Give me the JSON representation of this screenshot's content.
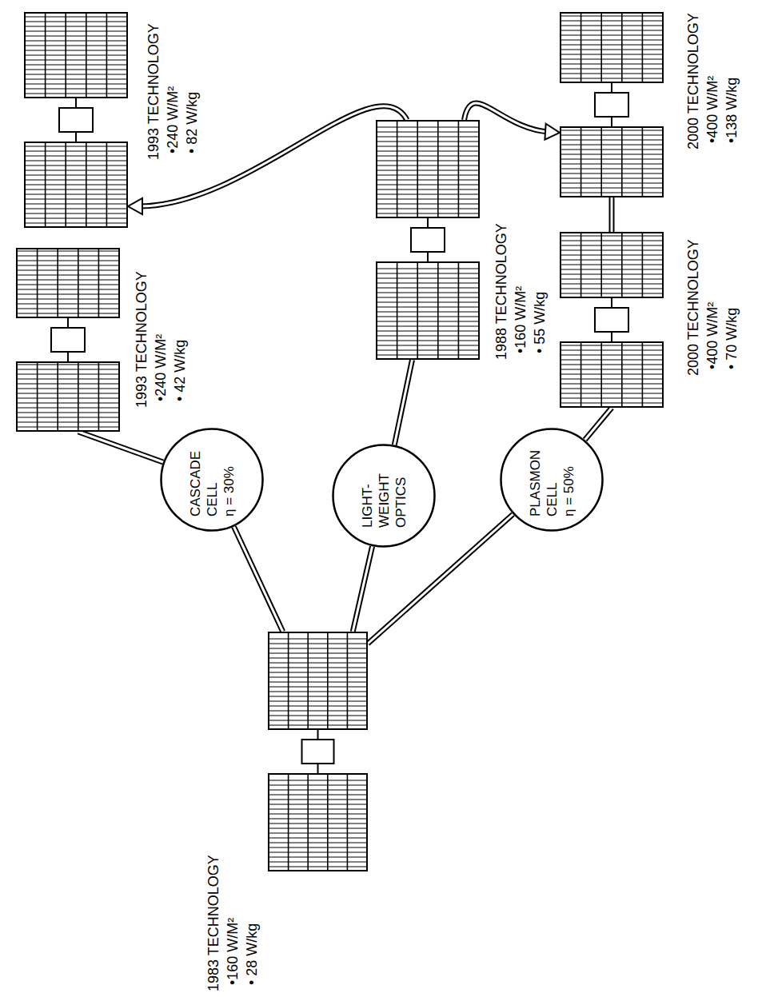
{
  "diagram": {
    "nodes": [
      {
        "text": [
          "1983 TECHNOLOGY",
          "•160 W/M²",
          "• 28 W/kg"
        ]
      },
      {
        "text": [
          "CASCADE CELL",
          "η = 30%"
        ]
      },
      {
        "text": [
          "LIGHT- WEIGHT OPTICS"
        ]
      },
      {
        "text": [
          "PLASMON CELL",
          "η = 50%"
        ]
      },
      {
        "text": [
          "1993 TECHNOLOGY",
          "•240 W/M²",
          "• 42 W/kg"
        ]
      },
      {
        "text": [
          "1988 TECHNOLOGY",
          "•160 W/M²",
          "• 55 W/kg"
        ]
      },
      {
        "text": [
          "2000 TECHNOLOGY",
          "•400 W/M²",
          "• 70 W/kg"
        ]
      },
      {
        "text": [
          "1993 TECHNOLOGY",
          "•240 W/M²",
          "• 82 W/kg"
        ]
      },
      {
        "text": [
          "2000 TECHNOLOGY",
          "•400 W/M²",
          "•138 W/kg"
        ]
      }
    ],
    "edges": [
      {
        "from": 0,
        "to": 1,
        "arrow": "none"
      },
      {
        "from": 1,
        "to": 4,
        "arrow": "to"
      },
      {
        "from": 0,
        "to": 2,
        "arrow": "none"
      },
      {
        "from": 2,
        "to": 5,
        "arrow": "to"
      },
      {
        "from": 0,
        "to": 3,
        "arrow": "none"
      },
      {
        "from": 3,
        "to": 6,
        "arrow": "to"
      },
      {
        "from": 6,
        "to": 8,
        "arrow": "to"
      },
      {
        "from": 5,
        "to": 7,
        "arrow": "to"
      },
      {
        "from": 5,
        "to": 8,
        "arrow": "to"
      }
    ]
  }
}
